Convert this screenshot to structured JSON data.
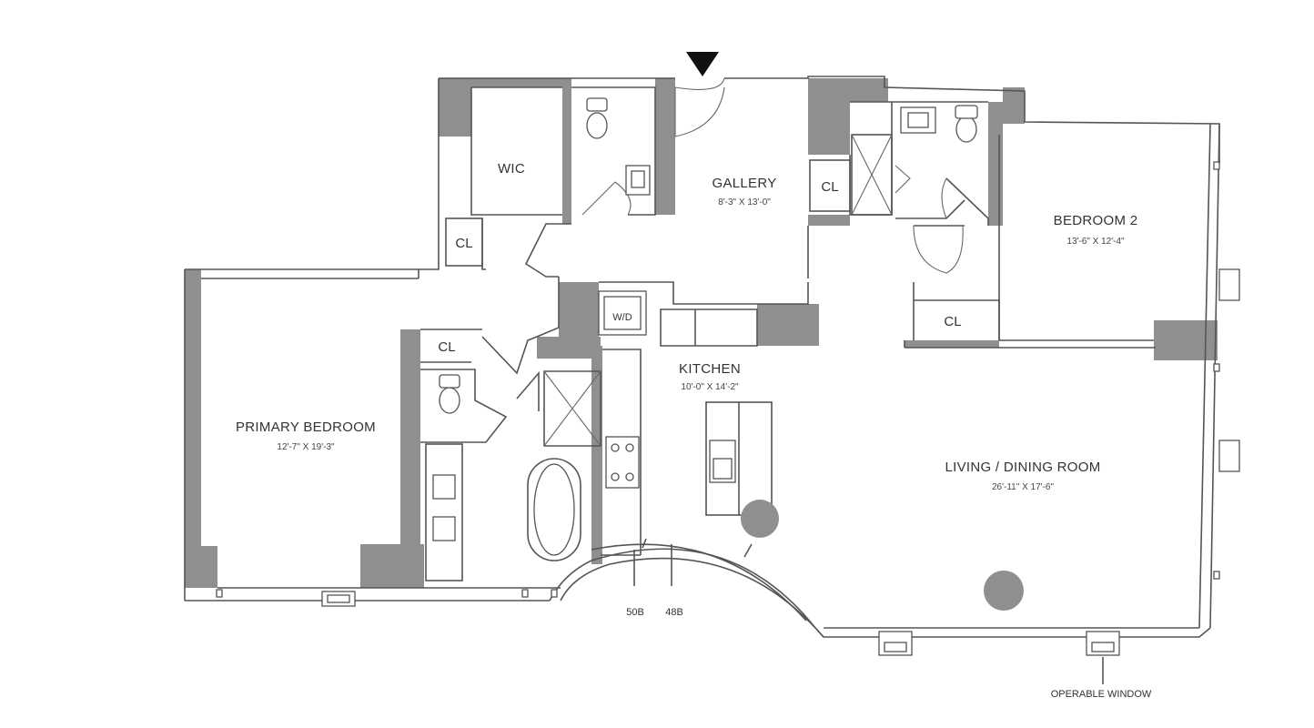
{
  "rooms": {
    "wic": {
      "label": "WIC"
    },
    "gallery": {
      "label": "GALLERY",
      "dims": "8'-3\" X 13'-0\""
    },
    "bedroom2": {
      "label": "BEDROOM 2",
      "dims": "13'-6\" X 12'-4\""
    },
    "primary": {
      "label": "PRIMARY BEDROOM",
      "dims": "12'-7\" X 19'-3\""
    },
    "kitchen": {
      "label": "KITCHEN",
      "dims": "10'-0\" X 14'-2\""
    },
    "living": {
      "label": "LIVING / DINING ROOM",
      "dims": "26'-11\" X 17'-6\""
    }
  },
  "closets": {
    "label": "CL"
  },
  "laundry": {
    "label": "W/D"
  },
  "columns": {
    "a": "50B",
    "b": "48B"
  },
  "window_note": "OPERABLE WINDOW",
  "colors": {
    "wall": "#8f8f8f",
    "line": "#555555",
    "background": "#ffffff"
  }
}
